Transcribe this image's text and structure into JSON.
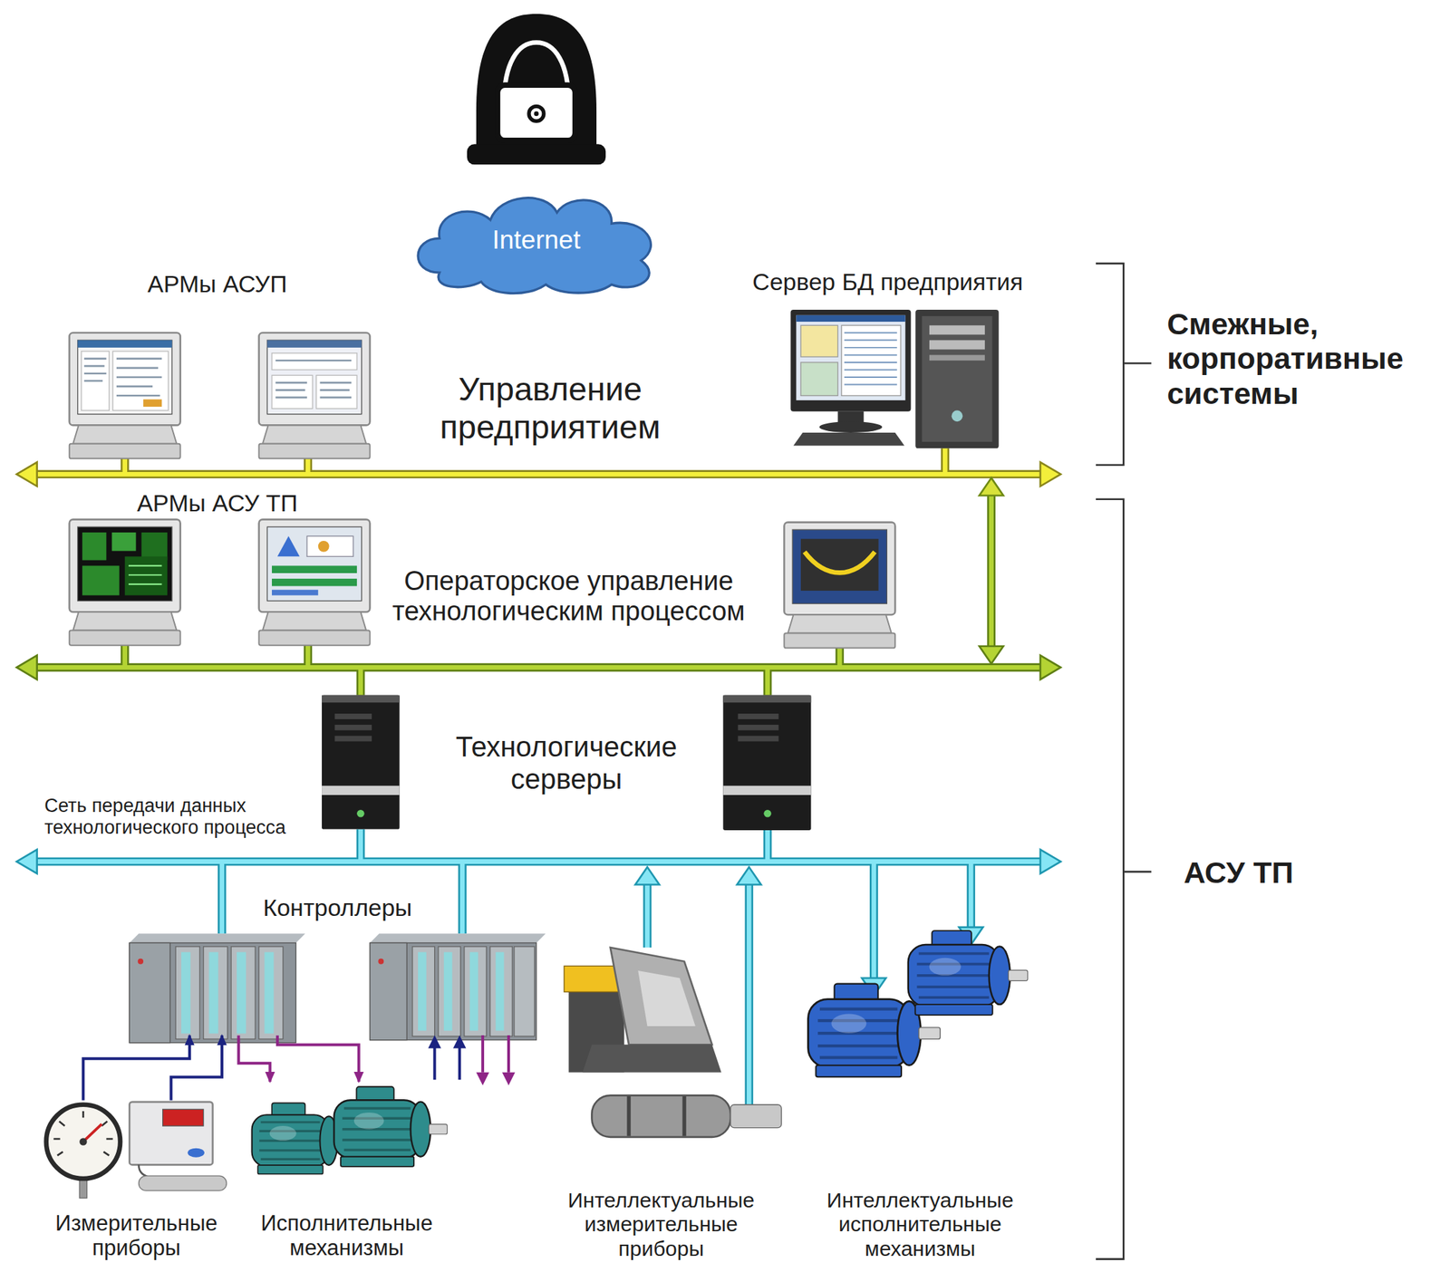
{
  "diagram": {
    "nodes": [
      {
        "text": [
          "Internet"
        ]
      },
      {
        "text": [
          "АРМы АСУП"
        ]
      },
      {
        "text": [
          "Сервер БД предприятия"
        ]
      },
      {
        "text": [
          "АРМы АСУ ТП"
        ]
      },
      {
        "text": [
          "Технологические серверы"
        ]
      },
      {
        "text": [
          "Контроллеры"
        ]
      },
      {
        "text": [
          "Измерительные приборы"
        ]
      },
      {
        "text": [
          "Исполнительные механизмы"
        ]
      },
      {
        "text": [
          "Интеллектуальные измерительные приборы"
        ]
      },
      {
        "text": [
          "Интеллектуальные исполнительные механизмы"
        ]
      }
    ],
    "edges": [
      {
        "from": 6,
        "to": 5,
        "arrow": "to"
      },
      {
        "from": 5,
        "to": 7,
        "arrow": "to"
      }
    ],
    "labels": [
      "Управление предприятием",
      "Смежные, корпоративные системы",
      "Операторское управление технологическим процессом",
      "Сеть передачи данных технологического процесса",
      "АСУ ТП"
    ]
  }
}
